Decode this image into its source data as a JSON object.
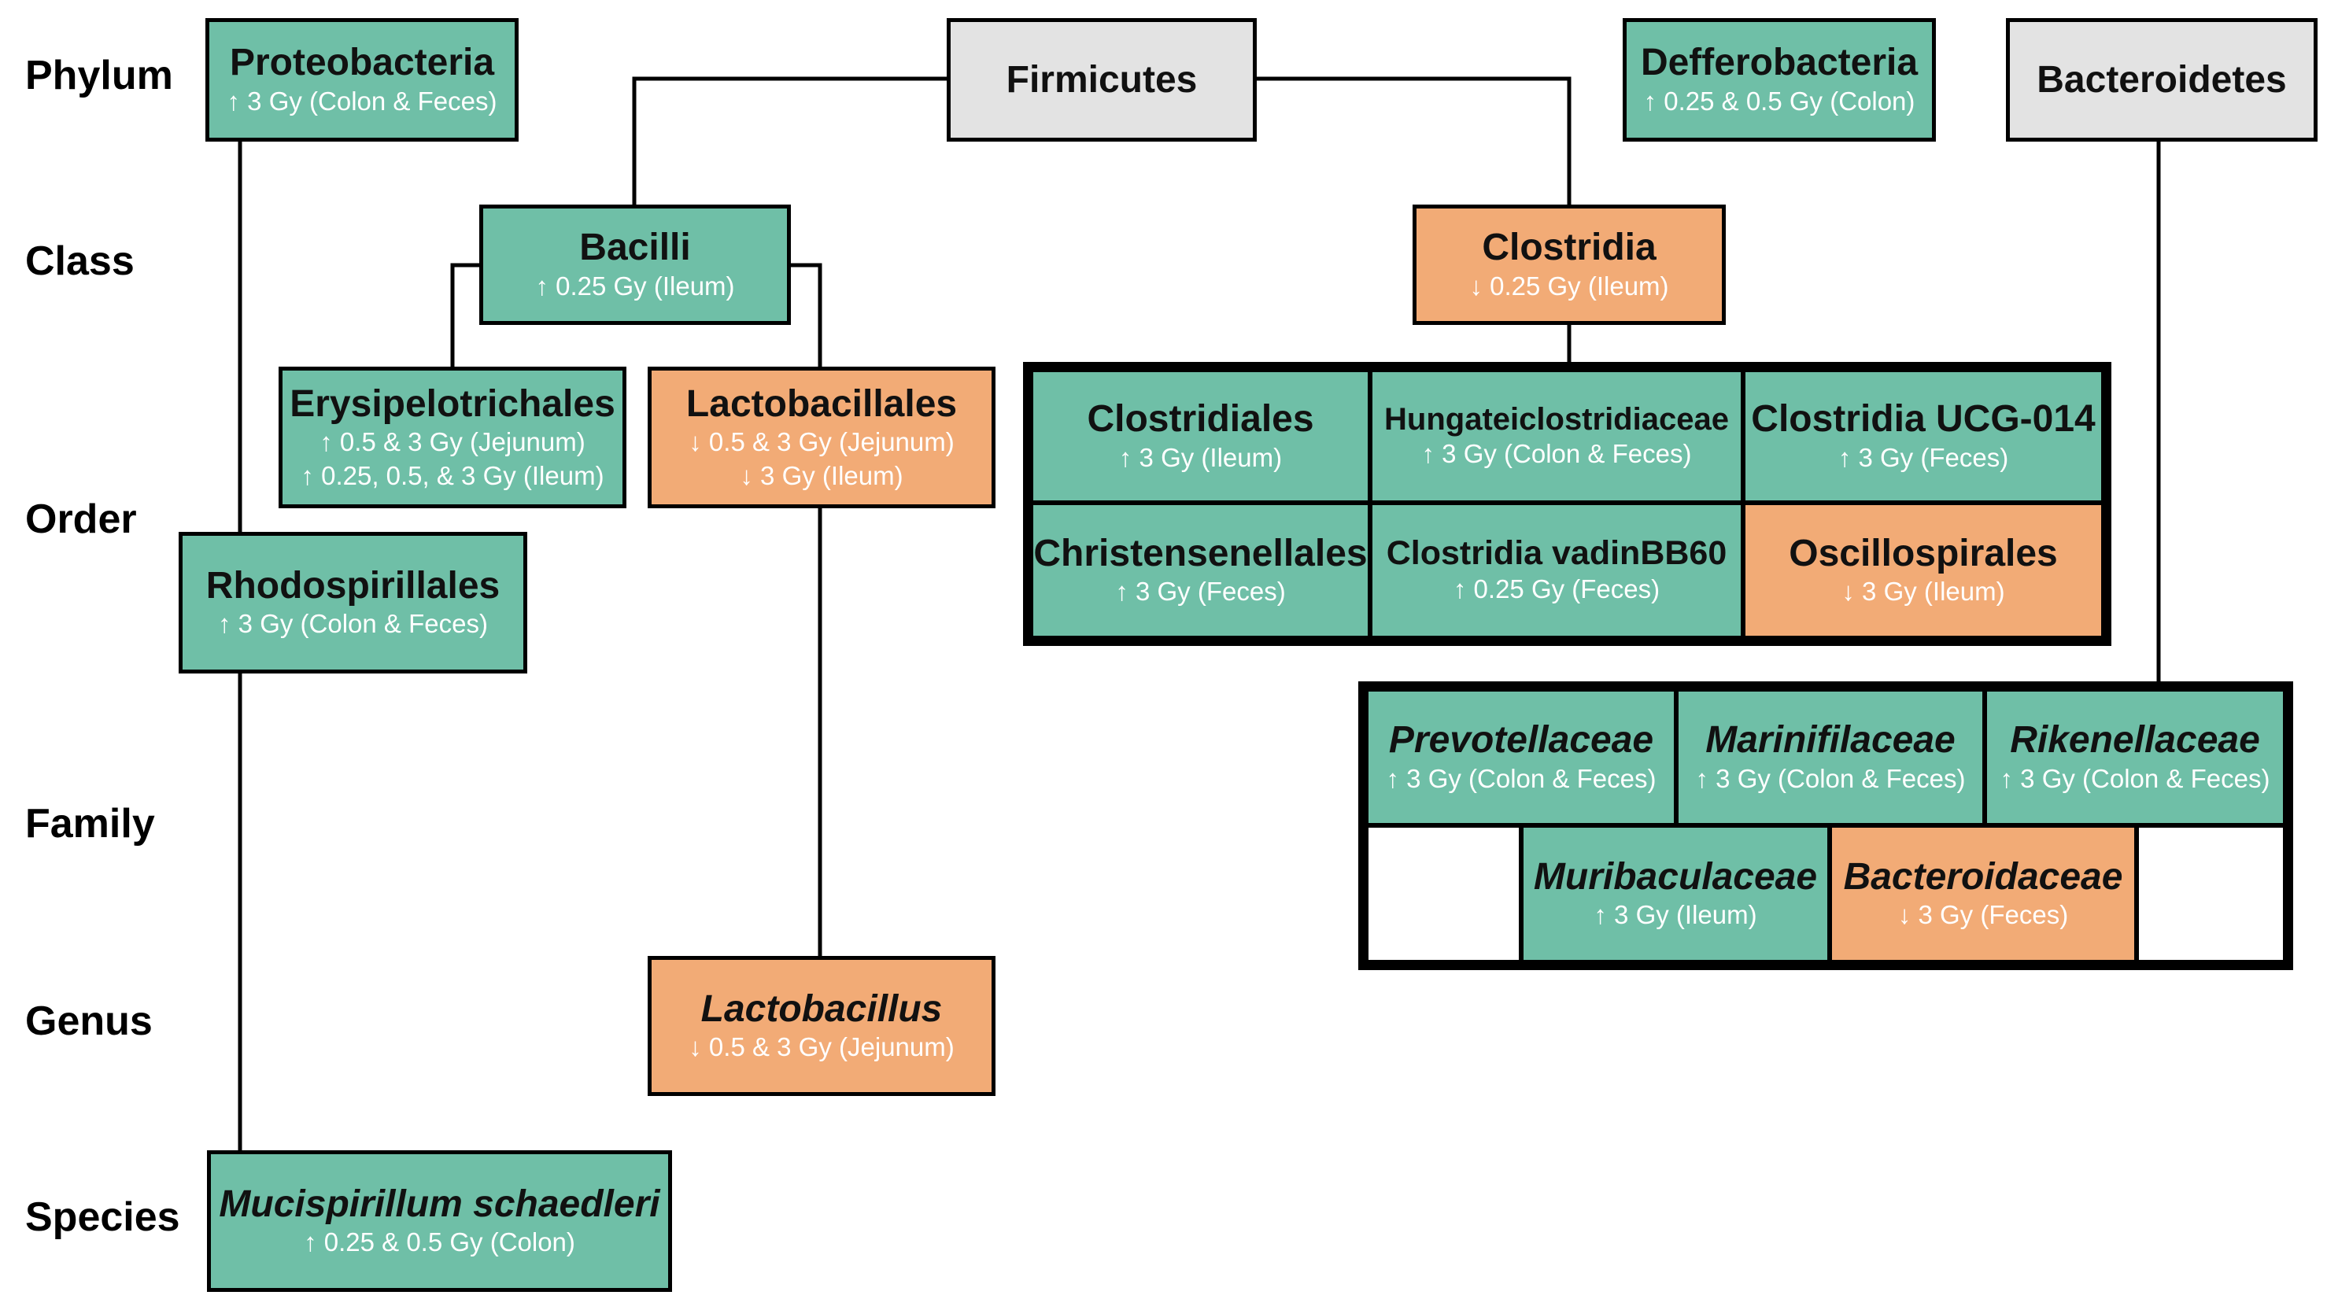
{
  "ranks": {
    "phylum": "Phylum",
    "class": "Class",
    "order": "Order",
    "family": "Family",
    "genus": "Genus",
    "species": "Species"
  },
  "colors": {
    "increase": "#6fbfa7",
    "decrease": "#f2ab76",
    "neutral": "#e3e3e3",
    "line": "#000000",
    "note_text": "#ffffff"
  },
  "nodes": {
    "proteobacteria": {
      "name": "Proteobacteria",
      "notes": [
        "↑ 3 Gy (Colon & Feces)"
      ]
    },
    "firmicutes": {
      "name": "Firmicutes"
    },
    "defferobacteria": {
      "name": "Defferobacteria",
      "notes": [
        "↑ 0.25 & 0.5 Gy (Colon)"
      ]
    },
    "bacteroidetes": {
      "name": "Bacteroidetes"
    },
    "bacilli": {
      "name": "Bacilli",
      "notes": [
        "↑ 0.25 Gy (Ileum)"
      ]
    },
    "clostridia": {
      "name": "Clostridia",
      "notes": [
        "↓ 0.25 Gy (Ileum)"
      ]
    },
    "erysipelotrichales": {
      "name": "Erysipelotrichales",
      "notes": [
        "↑ 0.5 & 3 Gy (Jejunum)",
        "↑ 0.25, 0.5, & 3 Gy (Ileum)"
      ]
    },
    "lactobacillales": {
      "name": "Lactobacillales",
      "notes": [
        "↓ 0.5 & 3 Gy (Jejunum)",
        "↓ 3 Gy (Ileum)"
      ]
    },
    "rhodospirillales": {
      "name": "Rhodospirillales",
      "notes": [
        "↑ 3 Gy (Colon & Feces)"
      ]
    },
    "clostridiales": {
      "name": "Clostridiales",
      "notes": [
        "↑ 3 Gy (Ileum)"
      ]
    },
    "hungateiclostridiaceae": {
      "name": "Hungateiclostridiaceae",
      "notes": [
        "↑ 3 Gy (Colon & Feces)"
      ]
    },
    "clostridia_ucg014": {
      "name": "Clostridia UCG-014",
      "notes": [
        "↑ 3 Gy (Feces)"
      ]
    },
    "christensenellales": {
      "name": "Christensenellales",
      "notes": [
        "↑ 3 Gy (Feces)"
      ]
    },
    "clostridia_vadinbb60": {
      "name": "Clostridia vadinBB60",
      "notes": [
        "↑ 0.25 Gy (Feces)"
      ]
    },
    "oscillospirales": {
      "name": "Oscillospirales",
      "notes": [
        "↓ 3 Gy (Ileum)"
      ]
    },
    "prevotellaceae": {
      "name": "Prevotellaceae",
      "notes": [
        "↑ 3 Gy (Colon & Feces)"
      ]
    },
    "marinifilaceae": {
      "name": "Marinifilaceae",
      "notes": [
        "↑ 3 Gy (Colon & Feces)"
      ]
    },
    "rikenellaceae": {
      "name": "Rikenellaceae",
      "notes": [
        "↑ 3 Gy (Colon & Feces)"
      ]
    },
    "muribaculaceae": {
      "name": "Muribaculaceae",
      "notes": [
        "↑ 3 Gy (Ileum)"
      ]
    },
    "bacteroidaceae": {
      "name": "Bacteroidaceae",
      "notes": [
        "↓ 3 Gy (Feces)"
      ]
    },
    "lactobacillus": {
      "name": "Lactobacillus",
      "notes": [
        "↓ 0.5 & 3 Gy (Jejunum)"
      ]
    },
    "mucispirillum_schaedleri": {
      "name": "Mucispirillum schaedleri",
      "notes": [
        "↑ 0.25 & 0.5 Gy (Colon)"
      ]
    }
  }
}
